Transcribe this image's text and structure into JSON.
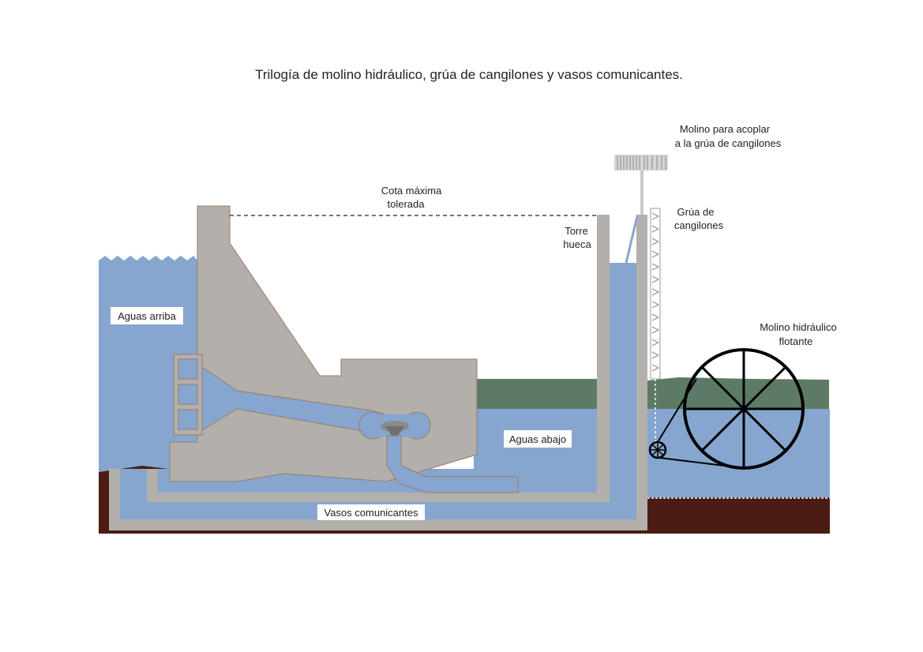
{
  "title": "Trilogía de molino hidráulico, grúa de cangilones y vasos comunicantes.",
  "labels": {
    "aguas_arriba": "Aguas arriba",
    "aguas_abajo": "Aguas abajo",
    "vasos_comunicantes": "Vasos comunicantes",
    "cota_maxima_1": "Cota máxima",
    "cota_maxima_2": "tolerada",
    "torre_hueca_1": "Torre",
    "torre_hueca_2": "hueca",
    "molino_acoplar_1": "Molino para acoplar",
    "molino_acoplar_2": "a la grúa de cangilones",
    "grua_1": "Grúa de",
    "grua_2": "cangilones",
    "molino_flotante_1": "Molino hidráulico",
    "molino_flotante_2": "flotante"
  },
  "colors": {
    "water": "#86a6cf",
    "concrete": "#b3afab",
    "soil": "#4a1c14",
    "vegetation": "#5d7a66",
    "wheel": "#000000"
  }
}
